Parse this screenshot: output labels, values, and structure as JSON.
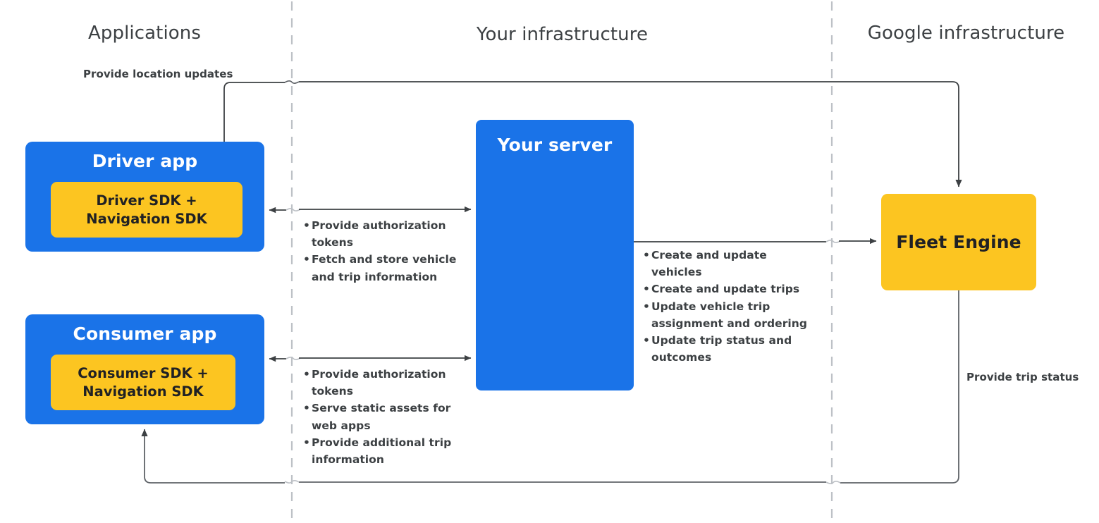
{
  "zones": {
    "applications": "Applications",
    "your_infrastructure": "Your infrastructure",
    "google_infrastructure": "Google infrastructure"
  },
  "boxes": {
    "driver_app": {
      "title": "Driver app",
      "sdk": "Driver SDK +\nNavigation SDK",
      "sdk_line1": "Driver SDK +",
      "sdk_line2": "Navigation SDK"
    },
    "consumer_app": {
      "title": "Consumer app",
      "sdk_line1": "Consumer SDK +",
      "sdk_line2": "Navigation SDK"
    },
    "your_server": {
      "title": "Your server"
    },
    "fleet_engine": {
      "title": "Fleet Engine"
    }
  },
  "edge_labels": {
    "location_updates": "Provide location updates",
    "trip_status": "Provide trip status"
  },
  "bullets": {
    "driver_to_server": [
      "Provide authorization tokens",
      "Fetch and store vehicle and trip information"
    ],
    "consumer_to_server": [
      "Provide authorization tokens",
      "Serve static assets for web apps",
      "Provide additional trip information"
    ],
    "server_to_fleet_engine": [
      "Create and update vehicles",
      "Create and update trips",
      "Update vehicle trip assignment and ordering",
      "Update trip status and outcomes"
    ]
  },
  "colors": {
    "app_blue": "#1a73e8",
    "sdk_yellow": "#fcc521",
    "text_dark": "#3c4043",
    "connector": "#3c4043",
    "divider": "#bdc1c6"
  }
}
